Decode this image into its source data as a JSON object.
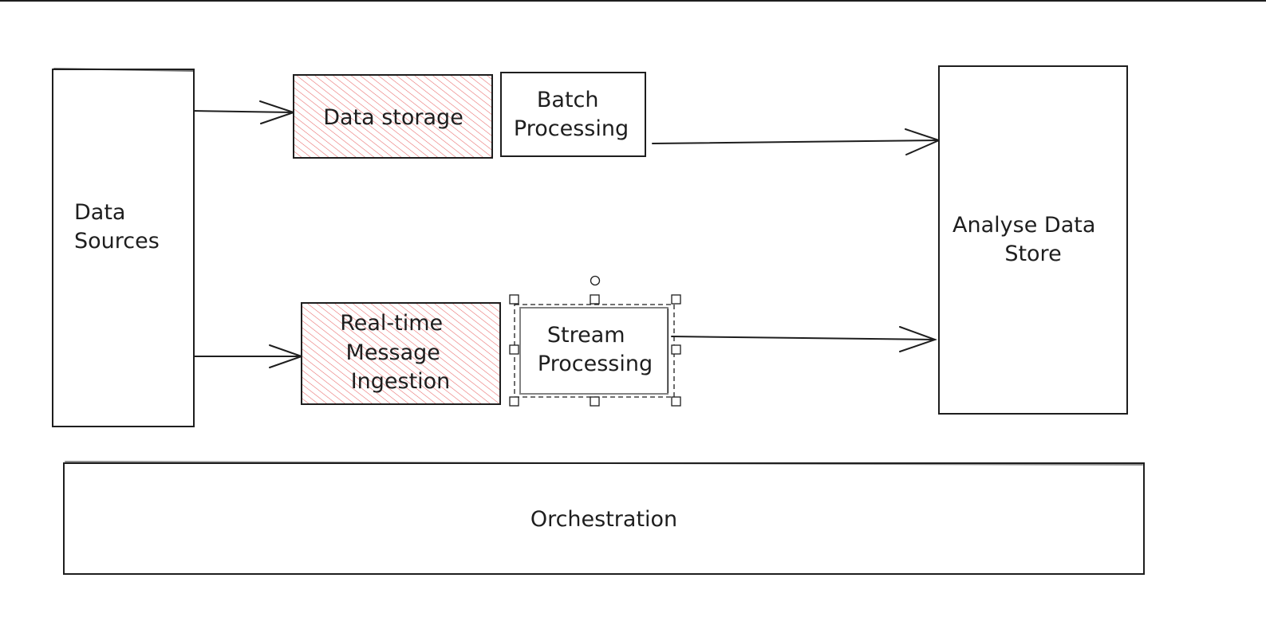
{
  "diagram": {
    "colors": {
      "stroke": "#1e1e1e",
      "hatch": "#e03131",
      "background": "#ffffff"
    },
    "nodes": {
      "data_sources": {
        "label_lines": [
          "Data",
          "Sources"
        ],
        "fill": "none"
      },
      "data_storage": {
        "label_lines": [
          "Data storage"
        ],
        "fill": "hachure"
      },
      "batch_processing": {
        "label_lines": [
          "Batch",
          "Processing"
        ],
        "fill": "none"
      },
      "analyse_data_store": {
        "label_lines": [
          "Analyse Data",
          "Store"
        ],
        "fill": "none"
      },
      "realtime_ingestion": {
        "label_lines": [
          "Real-time",
          "Message",
          "Ingestion"
        ],
        "fill": "hachure"
      },
      "stream_processing": {
        "label_lines": [
          "Stream",
          "Processing"
        ],
        "fill": "none",
        "selected": true
      },
      "orchestration": {
        "label_lines": [
          "Orchestration"
        ],
        "fill": "none"
      }
    },
    "edges": [
      {
        "from": "data_sources",
        "to": "data_storage"
      },
      {
        "from": "data_sources",
        "to": "realtime_ingestion"
      },
      {
        "from": "batch_processing",
        "to": "analyse_data_store"
      },
      {
        "from": "stream_processing",
        "to": "analyse_data_store"
      }
    ]
  }
}
